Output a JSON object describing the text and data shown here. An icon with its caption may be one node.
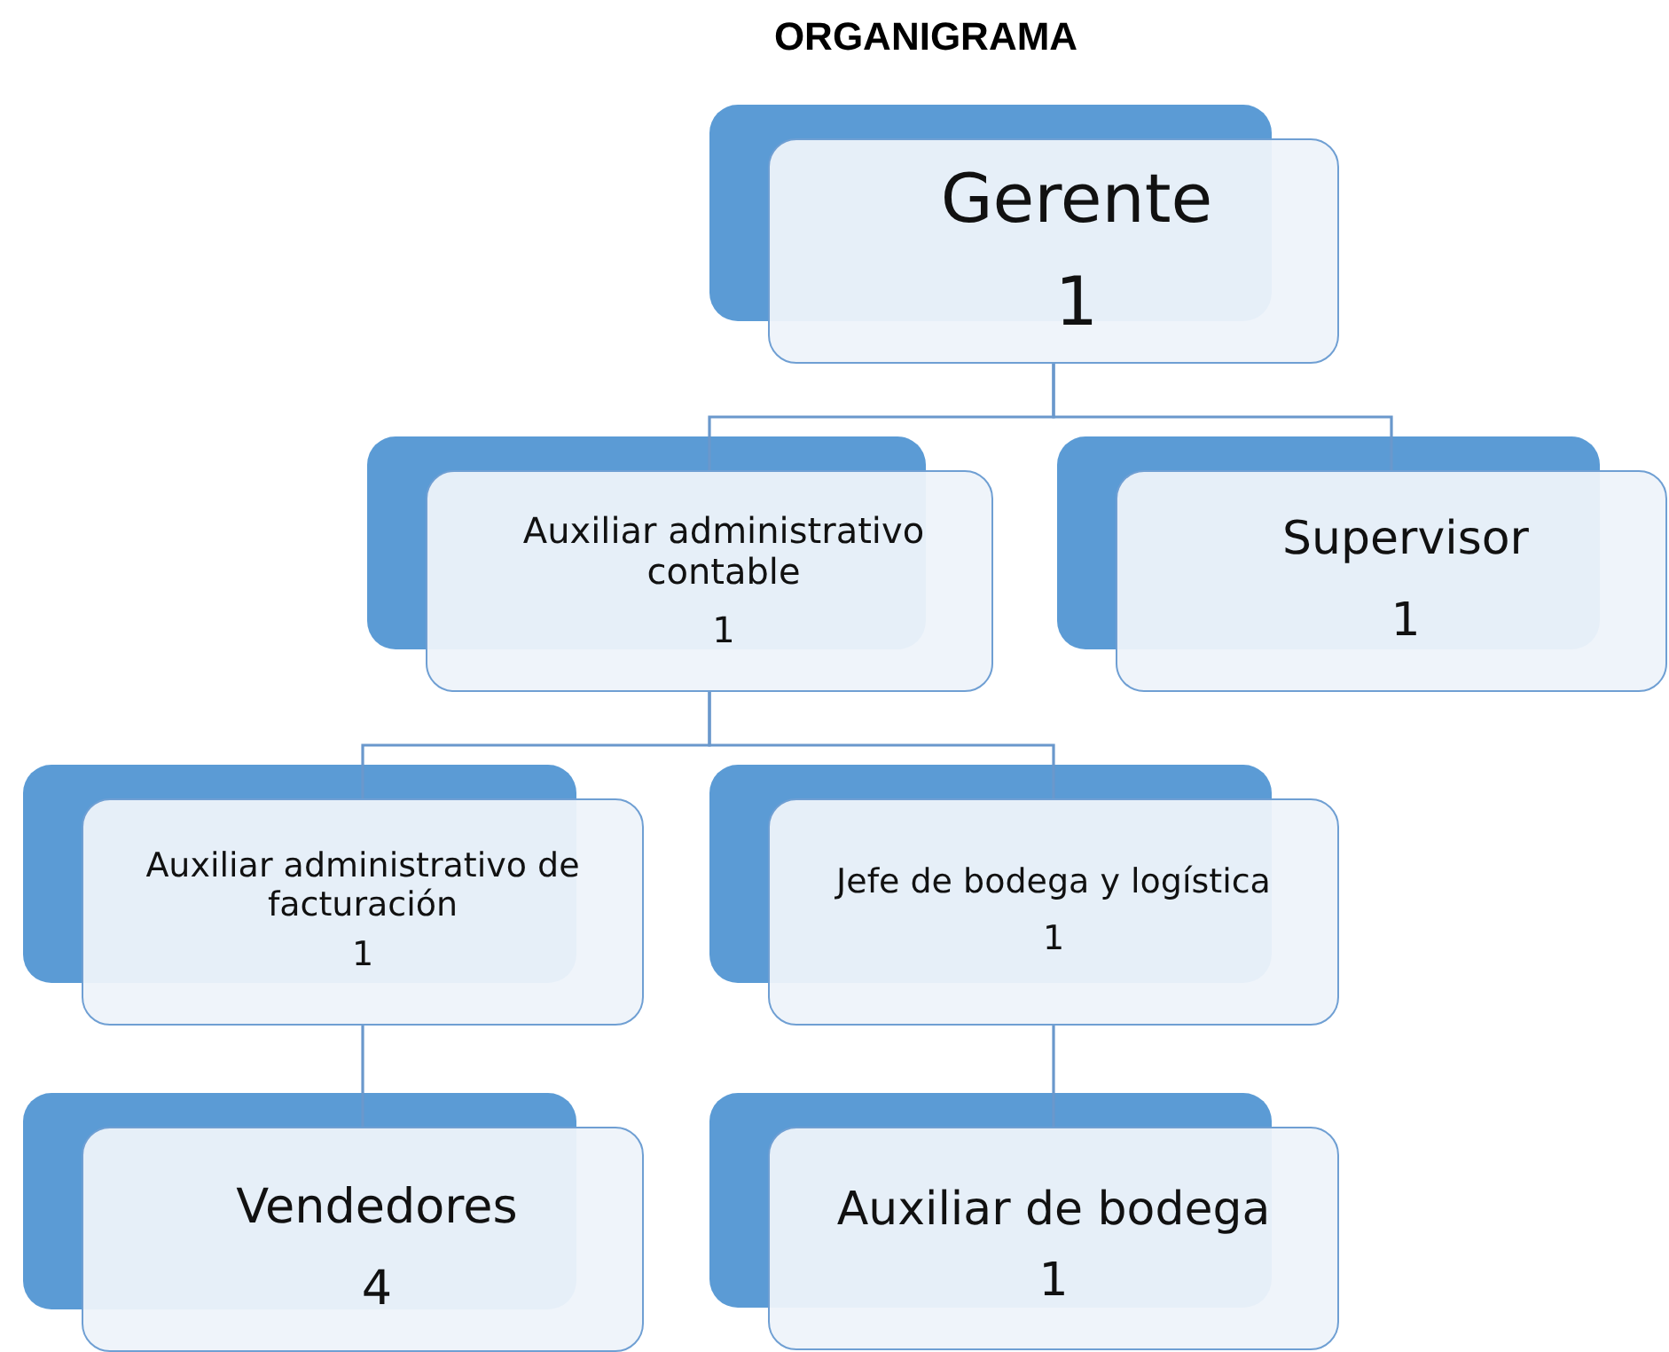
{
  "diagram": {
    "title": "ORGANIGRAMA",
    "nodes": [
      {
        "text": [
          "Gerente",
          "1"
        ]
      },
      {
        "text": [
          "Auxiliar administrativo contable",
          "1"
        ]
      },
      {
        "text": [
          "Supervisor",
          "1"
        ]
      },
      {
        "text": [
          "Auxiliar administrativo de facturación",
          "1"
        ]
      },
      {
        "text": [
          "Jefe de bodega y logística",
          "1"
        ]
      },
      {
        "text": [
          "Vendedores",
          "4"
        ]
      },
      {
        "text": [
          "Auxiliar de bodega",
          "1"
        ]
      }
    ],
    "edges": [
      {
        "from": 0,
        "to": 1,
        "arrow": "none"
      },
      {
        "from": 0,
        "to": 2,
        "arrow": "none"
      },
      {
        "from": 1,
        "to": 3,
        "arrow": "none"
      },
      {
        "from": 1,
        "to": 4,
        "arrow": "none"
      },
      {
        "from": 3,
        "to": 5,
        "arrow": "none"
      },
      {
        "from": 4,
        "to": 6,
        "arrow": "none"
      }
    ]
  }
}
